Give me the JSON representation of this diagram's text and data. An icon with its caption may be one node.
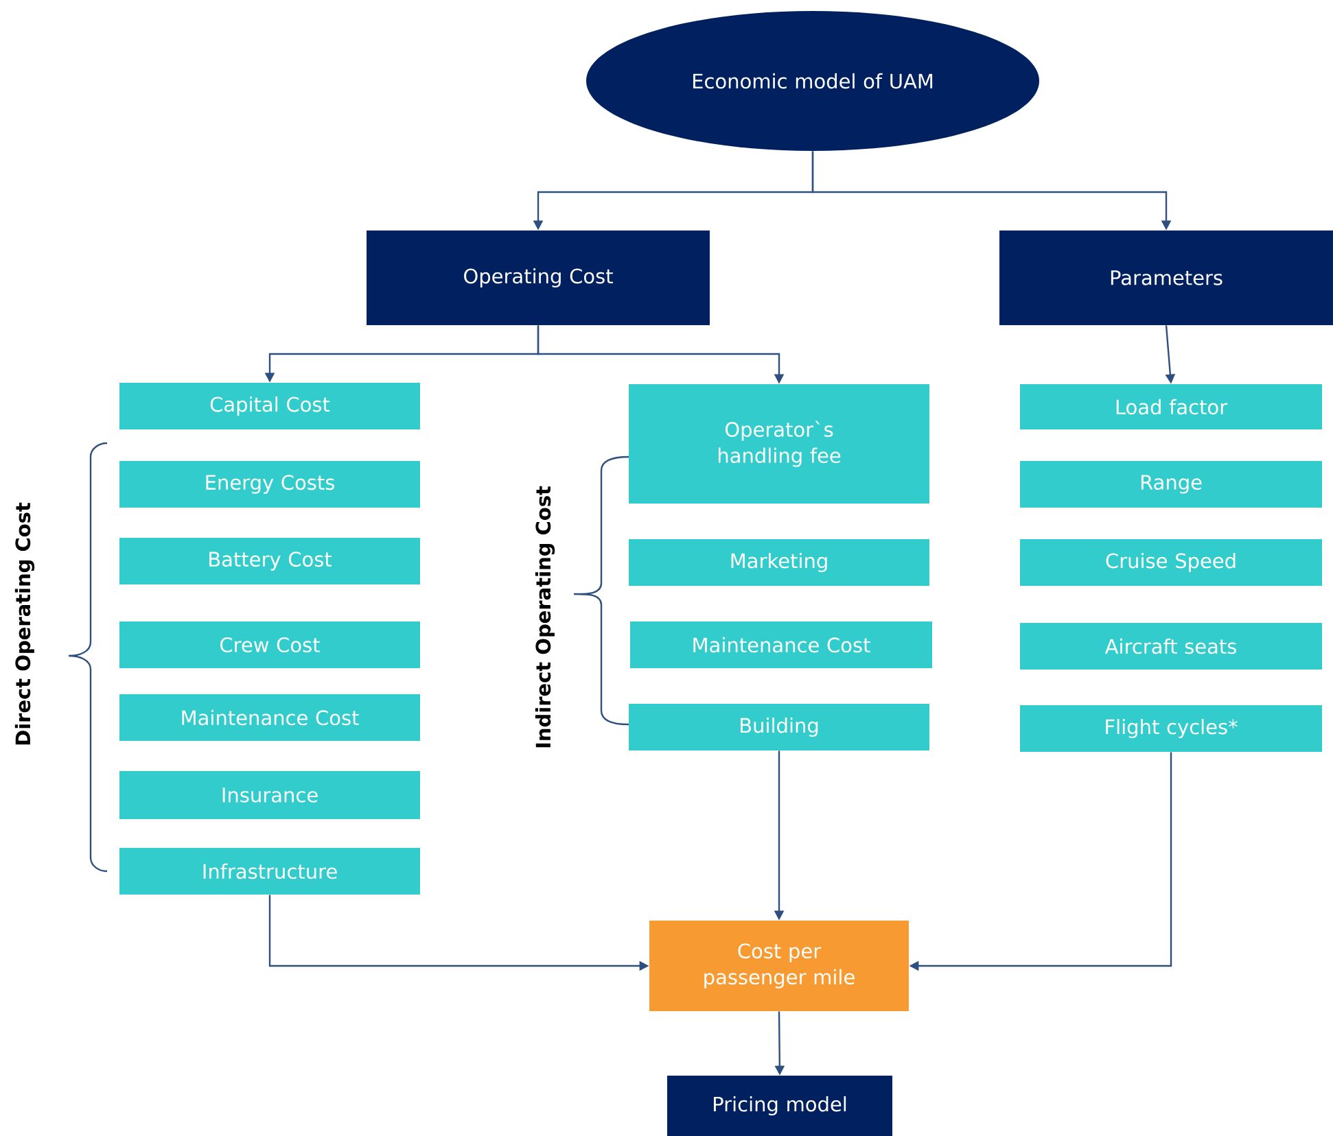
{
  "diagram": {
    "nodes": [
      {
        "text": [
          "Economic model of UAM"
        ]
      },
      {
        "text": [
          "Operating Cost"
        ]
      },
      {
        "text": [
          "Parameters"
        ]
      },
      {
        "text": [
          "Capital Cost"
        ]
      },
      {
        "text": [
          "Energy Costs"
        ]
      },
      {
        "text": [
          "Battery Cost"
        ]
      },
      {
        "text": [
          "Crew Cost"
        ]
      },
      {
        "text": [
          "Maintenance Cost"
        ]
      },
      {
        "text": [
          "Insurance"
        ]
      },
      {
        "text": [
          "Infrastructure"
        ]
      },
      {
        "text": [
          "Operator`s handling fee"
        ]
      },
      {
        "text": [
          "Marketing"
        ]
      },
      {
        "text": [
          "Maintenance Cost"
        ]
      },
      {
        "text": [
          "Building"
        ]
      },
      {
        "text": [
          "Load factor"
        ]
      },
      {
        "text": [
          "Range"
        ]
      },
      {
        "text": [
          "Cruise Speed"
        ]
      },
      {
        "text": [
          "Aircraft seats"
        ]
      },
      {
        "text": [
          "Flight cycles*"
        ]
      },
      {
        "text": [
          "Cost per passenger mile"
        ]
      },
      {
        "text": [
          "Pricing model"
        ]
      }
    ],
    "edges": [
      {
        "from": 0,
        "to": 1,
        "arrow": "to"
      },
      {
        "from": 0,
        "to": 2,
        "arrow": "to"
      },
      {
        "from": 1,
        "to": 3,
        "arrow": "to"
      },
      {
        "from": 1,
        "to": 10,
        "arrow": "to"
      },
      {
        "from": 2,
        "to": 14,
        "arrow": "to"
      },
      {
        "from": 9,
        "to": 19,
        "arrow": "to"
      },
      {
        "from": 13,
        "to": 19,
        "arrow": "to"
      },
      {
        "from": 18,
        "to": 19,
        "arrow": "to"
      },
      {
        "from": 19,
        "to": 20,
        "arrow": "to"
      }
    ],
    "labels": [
      "Direct Operating Cost",
      "Indirect Operating Cost"
    ]
  }
}
